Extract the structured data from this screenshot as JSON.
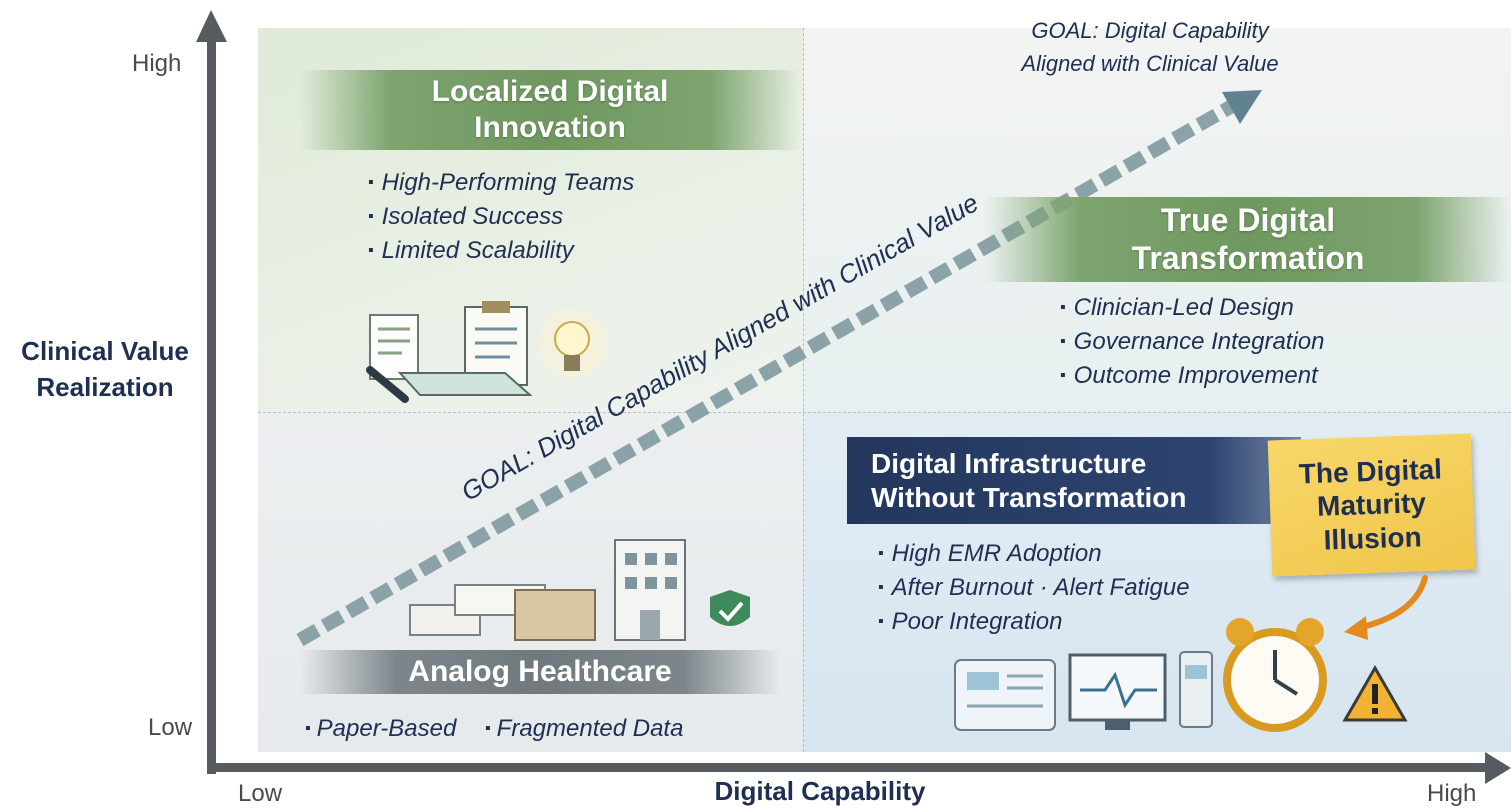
{
  "axes": {
    "y_title": [
      "Clinical Value",
      "Realization"
    ],
    "y_high": "High",
    "y_low": "Low",
    "x_title": "Digital Capability",
    "x_low": "Low",
    "x_high": "High"
  },
  "goal": {
    "corner_line1": "GOAL: Digital Capability",
    "corner_line2": "Aligned with Clinical Value",
    "diagonal_label": "GOAL: Digital Capability Aligned with Clinical Value"
  },
  "quadrants": {
    "top_left": {
      "title_line1": "Localized Digital",
      "title_line2": "Innovation",
      "bullets": [
        "High-Performing Teams",
        "Isolated Success",
        "Limited Scalability"
      ]
    },
    "top_right": {
      "title_line1": "True Digital",
      "title_line2": "Transformation",
      "bullets": [
        "Clinician-Led Design",
        "Governance Integration",
        "Outcome Improvement"
      ]
    },
    "bottom_left": {
      "title": "Analog Healthcare",
      "bullets": [
        "Paper-Based",
        "Fragmented Data"
      ]
    },
    "bottom_right": {
      "title_line1": "Digital Infrastructure",
      "title_line2": "Without Transformation",
      "bullets": [
        "High EMR Adoption",
        "After Burnout · Alert Fatigue",
        "Poor Integration"
      ]
    }
  },
  "callout": {
    "line1": "The Digital",
    "line2": "Maturity",
    "line3": "Illusion"
  },
  "colors": {
    "navy": "#1e2f52",
    "green_banner": "#6f9860",
    "gray_banner": "#6f797e",
    "sticky": "#f3c94f",
    "arrow": "#6a8791"
  },
  "icons": [
    "documents-icon",
    "clipboard-icon",
    "lightbulb-icon",
    "hospital-icon",
    "shield-check-icon",
    "monitor-icon",
    "alarm-clock-icon",
    "warning-icon"
  ]
}
